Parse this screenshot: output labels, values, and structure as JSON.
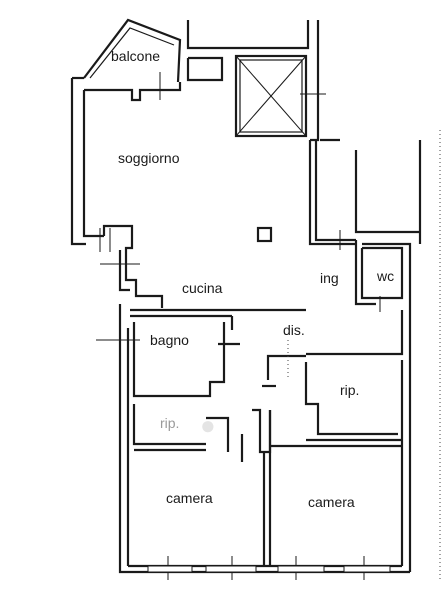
{
  "rooms": {
    "balcone": "balcone",
    "soggiorno": "soggiorno",
    "cucina": "cucina",
    "ing": "ing",
    "wc": "wc",
    "bagno": "bagno",
    "dis": "dis.",
    "rip_right": "rip.",
    "rip_left": "rip.",
    "camera_left": "camera",
    "camera_right": "camera"
  },
  "colors": {
    "wall": "#1a1a1a",
    "background": "#ffffff"
  }
}
